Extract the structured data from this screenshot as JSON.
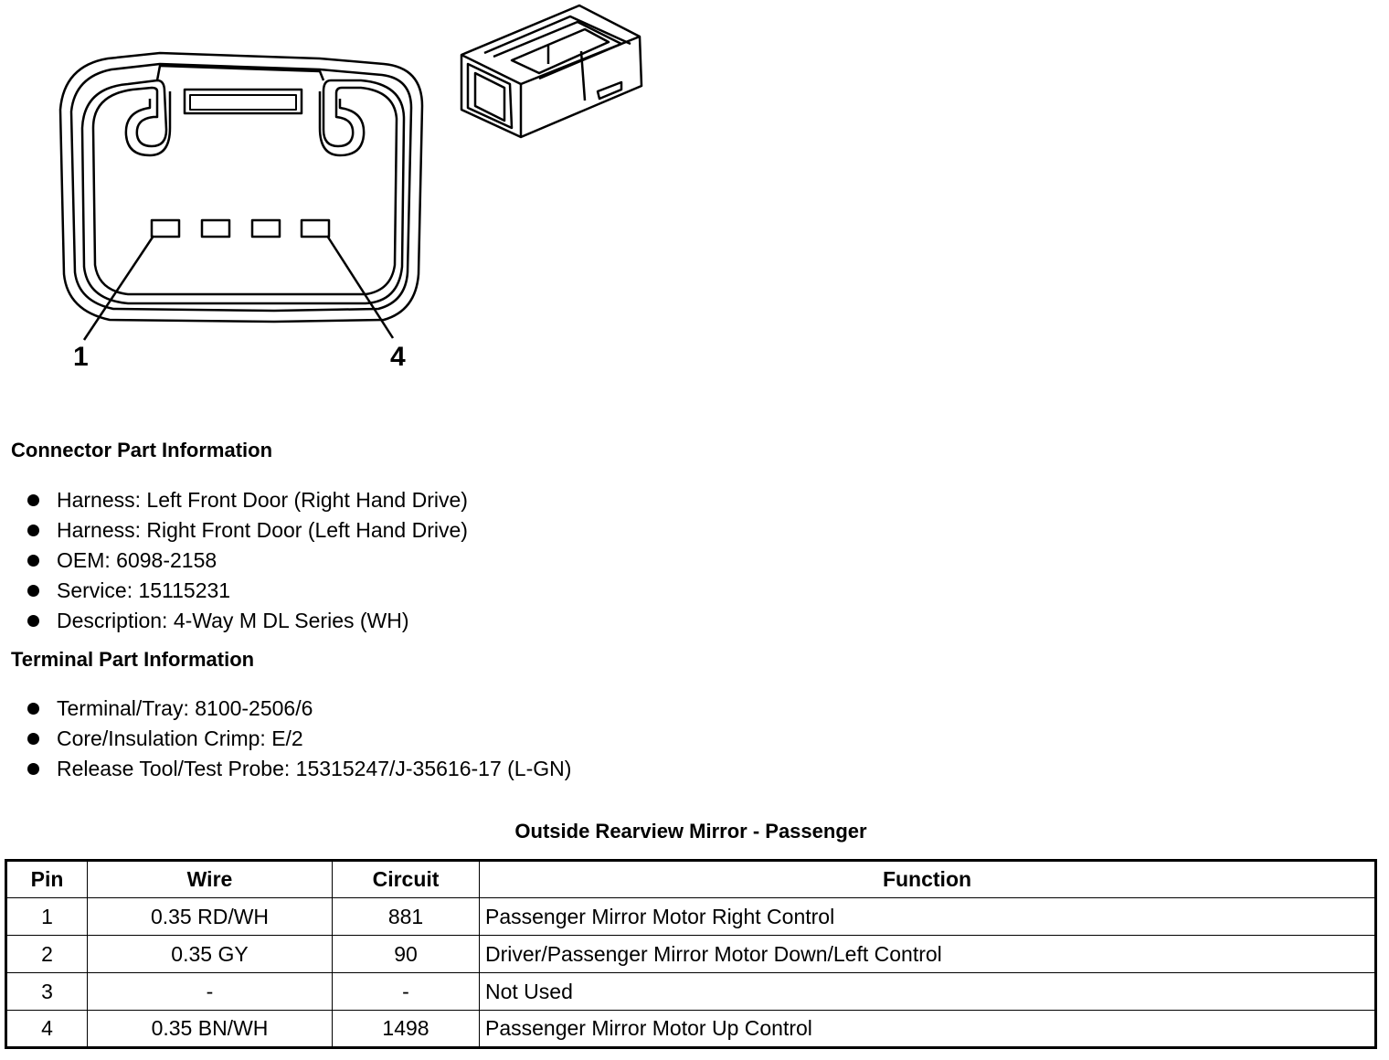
{
  "diagram": {
    "pin_labels": {
      "first": "1",
      "last": "4"
    }
  },
  "connector_info": {
    "heading": "Connector Part Information",
    "items": [
      "Harness: Left Front Door (Right Hand Drive)",
      "Harness: Right Front Door (Left Hand Drive)",
      "OEM: 6098-2158",
      "Service: 15115231",
      "Description: 4-Way M DL Series (WH)"
    ]
  },
  "terminal_info": {
    "heading": "Terminal Part Information",
    "items": [
      "Terminal/Tray: 8100-2506/6",
      "Core/Insulation Crimp: E/2",
      "Release Tool/Test Probe: 15315247/J-35616-17 (L-GN)"
    ]
  },
  "table": {
    "title": "Outside Rearview Mirror - Passenger",
    "headers": [
      "Pin",
      "Wire",
      "Circuit",
      "Function"
    ],
    "rows": [
      [
        "1",
        "0.35 RD/WH",
        "881",
        "Passenger Mirror Motor Right Control"
      ],
      [
        "2",
        "0.35 GY",
        "90",
        "Driver/Passenger Mirror Motor Down/Left Control"
      ],
      [
        "3",
        "-",
        "-",
        "Not Used"
      ],
      [
        "4",
        "0.35 BN/WH",
        "1498",
        "Passenger Mirror Motor Up Control"
      ]
    ]
  }
}
